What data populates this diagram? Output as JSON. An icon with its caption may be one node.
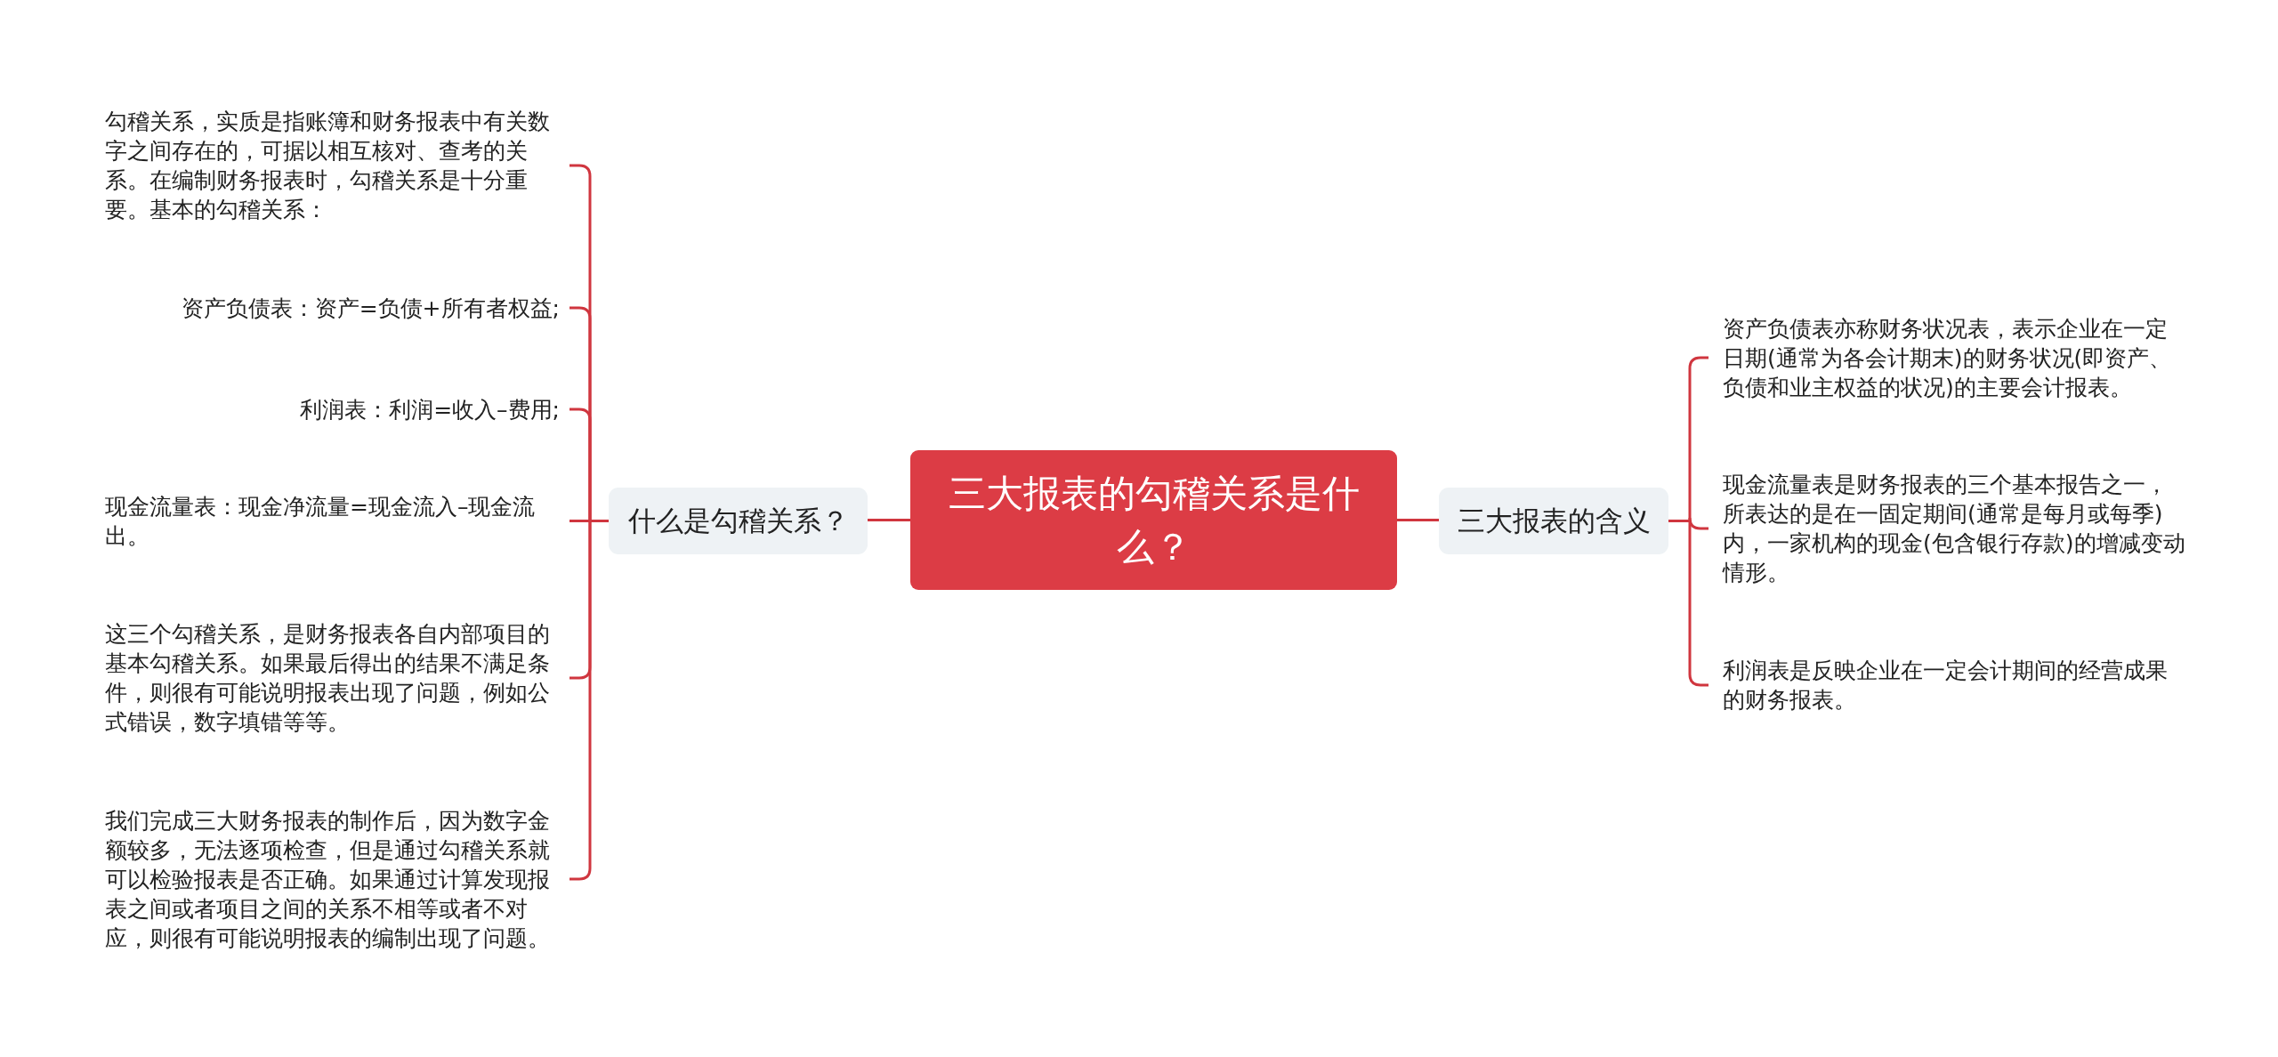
{
  "diagram": {
    "nodes": [
      {
        "text": [
          "三大报表的勾稽关系是什么？"
        ]
      },
      {
        "text": [
          "什么是勾稽关系？"
        ]
      },
      {
        "text": [
          "三大报表的含义"
        ]
      },
      {
        "text": [
          "勾稽关系，实质是指账簿和财务报表中有关数字之间存在的，可据以相互核对、查考的关系。在编制财务报表时，勾稽关系是十分重要。基本的勾稽关系："
        ]
      },
      {
        "text": [
          "资产负债表：资产=负债+所有者权益;"
        ]
      },
      {
        "text": [
          "利润表：利润=收入–费用;"
        ]
      },
      {
        "text": [
          "现金流量表：现金净流量=现金流入–现金流出。"
        ]
      },
      {
        "text": [
          "这三个勾稽关系，是财务报表各自内部项目的基本勾稽关系。如果最后得出的结果不满足条件，则很有可能说明报表出现了问题，例如公式错误，数字填错等等。"
        ]
      },
      {
        "text": [
          "我们完成三大财务报表的制作后，因为数字金额较多，无法逐项检查，但是通过勾稽关系就可以检验报表是否正确。如果通过计算发现报表之间或者项目之间的关系不相等或者不对应，则很有可能说明报表的编制出现了问题。"
        ]
      },
      {
        "text": [
          "资产负债表亦称财务状况表，表示企业在一定日期(通常为各会计期末)的财务状况(即资产、负债和业主权益的状况)的主要会计报表。"
        ]
      },
      {
        "text": [
          "现金流量表是财务报表的三个基本报告之一，所表达的是在一固定期间(通常是每月或每季)内，一家机构的现金(包含银行存款)的增减变动情形。"
        ]
      },
      {
        "text": [
          "利润表是反映企业在一定会计期间的经营成果的财务报表。"
        ]
      }
    ],
    "edges": [
      {
        "from": 0,
        "to": 1,
        "arrow": "none"
      },
      {
        "from": 0,
        "to": 2,
        "arrow": "none"
      },
      {
        "from": 1,
        "to": 3,
        "arrow": "none"
      },
      {
        "from": 1,
        "to": 4,
        "arrow": "none"
      },
      {
        "from": 1,
        "to": 5,
        "arrow": "none"
      },
      {
        "from": 1,
        "to": 6,
        "arrow": "none"
      },
      {
        "from": 1,
        "to": 7,
        "arrow": "none"
      },
      {
        "from": 1,
        "to": 8,
        "arrow": "none"
      },
      {
        "from": 2,
        "to": 9,
        "arrow": "none"
      },
      {
        "from": 2,
        "to": 10,
        "arrow": "none"
      },
      {
        "from": 2,
        "to": 11,
        "arrow": "none"
      }
    ]
  }
}
